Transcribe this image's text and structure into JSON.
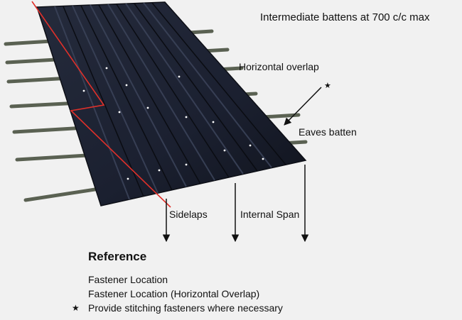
{
  "labels": {
    "intermediate_battens": "Intermediate battens at 700 c/c max",
    "horizontal_overlap": "Horizontal overlap",
    "eaves_batten": "Eaves batten",
    "sidelaps": "Sidelaps",
    "internal_span": "Internal Span"
  },
  "reference": {
    "title": "Reference",
    "items": [
      "Fastener Location",
      "Fastener Location (Horizontal Overlap)",
      "Provide stitching fasteners where necessary"
    ],
    "star_icon": "star-icon"
  },
  "colors": {
    "sheet": "#1c2130",
    "sheet_rib": "#2e3548",
    "batten": "#5a6152",
    "sidelap_line": "#e0302a",
    "arrow": "#111111"
  }
}
